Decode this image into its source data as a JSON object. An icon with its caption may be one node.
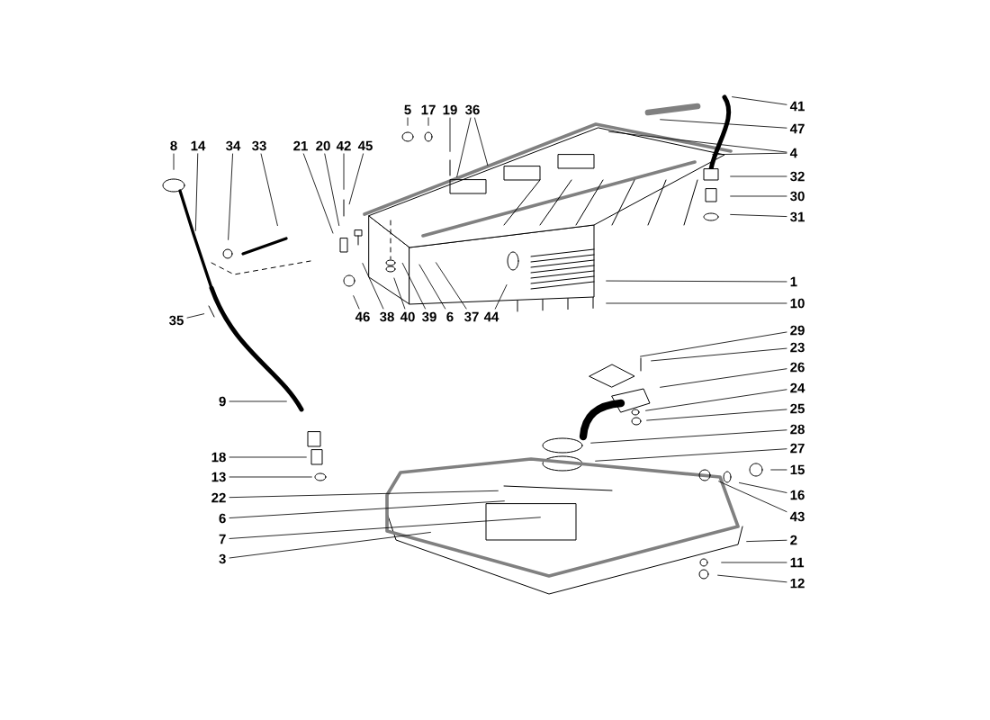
{
  "diagram": {
    "nodes": [
      {
        "text": [
          "8"
        ]
      },
      {
        "text": [
          "14"
        ]
      },
      {
        "text": [
          "34"
        ]
      },
      {
        "text": [
          "33"
        ]
      },
      {
        "text": [
          "21"
        ]
      },
      {
        "text": [
          "20"
        ]
      },
      {
        "text": [
          "42"
        ]
      },
      {
        "text": [
          "45"
        ]
      },
      {
        "text": [
          "5"
        ]
      },
      {
        "text": [
          "17"
        ]
      },
      {
        "text": [
          "19"
        ]
      },
      {
        "text": [
          "36"
        ]
      },
      {
        "text": [
          "41"
        ]
      },
      {
        "text": [
          "47"
        ]
      },
      {
        "text": [
          "4"
        ]
      },
      {
        "text": [
          "32"
        ]
      },
      {
        "text": [
          "30"
        ]
      },
      {
        "text": [
          "31"
        ]
      },
      {
        "text": [
          "1"
        ]
      },
      {
        "text": [
          "10"
        ]
      },
      {
        "text": [
          "29"
        ]
      },
      {
        "text": [
          "23"
        ]
      },
      {
        "text": [
          "26"
        ]
      },
      {
        "text": [
          "24"
        ]
      },
      {
        "text": [
          "25"
        ]
      },
      {
        "text": [
          "28"
        ]
      },
      {
        "text": [
          "27"
        ]
      },
      {
        "text": [
          "15"
        ]
      },
      {
        "text": [
          "16"
        ]
      },
      {
        "text": [
          "43"
        ]
      },
      {
        "text": [
          "2"
        ]
      },
      {
        "text": [
          "11"
        ]
      },
      {
        "text": [
          "12"
        ]
      },
      {
        "text": [
          "35"
        ]
      },
      {
        "text": [
          "9"
        ]
      },
      {
        "text": [
          "18"
        ]
      },
      {
        "text": [
          "13"
        ]
      },
      {
        "text": [
          "22"
        ]
      },
      {
        "text": [
          "6"
        ]
      },
      {
        "text": [
          "7"
        ]
      },
      {
        "text": [
          "3"
        ]
      },
      {
        "text": [
          "46"
        ]
      },
      {
        "text": [
          "38"
        ]
      },
      {
        "text": [
          "40"
        ]
      },
      {
        "text": [
          "39"
        ]
      },
      {
        "text": [
          "6"
        ]
      },
      {
        "text": [
          "37"
        ]
      },
      {
        "text": [
          "44"
        ]
      }
    ],
    "edges": [
      {
        "from": 0,
        "to": null,
        "arrow": "none"
      },
      {
        "from": 1,
        "to": null,
        "arrow": "none"
      },
      {
        "from": 2,
        "to": null,
        "arrow": "none"
      },
      {
        "from": 3,
        "to": null,
        "arrow": "none"
      },
      {
        "from": 4,
        "to": null,
        "arrow": "none"
      },
      {
        "from": 5,
        "to": null,
        "arrow": "none"
      },
      {
        "from": 6,
        "to": null,
        "arrow": "none"
      },
      {
        "from": 7,
        "to": null,
        "arrow": "none"
      },
      {
        "from": 8,
        "to": null,
        "arrow": "none"
      },
      {
        "from": 9,
        "to": null,
        "arrow": "none"
      },
      {
        "from": 10,
        "to": null,
        "arrow": "none"
      },
      {
        "from": 11,
        "to": null,
        "arrow": "none"
      },
      {
        "from": 12,
        "to": null,
        "arrow": "none"
      },
      {
        "from": 13,
        "to": null,
        "arrow": "none"
      },
      {
        "from": 14,
        "to": null,
        "arrow": "none"
      },
      {
        "from": 15,
        "to": null,
        "arrow": "none"
      },
      {
        "from": 16,
        "to": null,
        "arrow": "none"
      },
      {
        "from": 17,
        "to": null,
        "arrow": "none"
      },
      {
        "from": 18,
        "to": null,
        "arrow": "none"
      },
      {
        "from": 19,
        "to": null,
        "arrow": "none"
      },
      {
        "from": 20,
        "to": null,
        "arrow": "none"
      },
      {
        "from": 21,
        "to": null,
        "arrow": "none"
      },
      {
        "from": 22,
        "to": null,
        "arrow": "none"
      },
      {
        "from": 23,
        "to": null,
        "arrow": "none"
      },
      {
        "from": 24,
        "to": null,
        "arrow": "none"
      },
      {
        "from": 25,
        "to": null,
        "arrow": "none"
      },
      {
        "from": 26,
        "to": null,
        "arrow": "none"
      },
      {
        "from": 27,
        "to": null,
        "arrow": "none"
      },
      {
        "from": 28,
        "to": null,
        "arrow": "none"
      },
      {
        "from": 29,
        "to": null,
        "arrow": "none"
      },
      {
        "from": 30,
        "to": null,
        "arrow": "none"
      },
      {
        "from": 31,
        "to": null,
        "arrow": "none"
      },
      {
        "from": 32,
        "to": null,
        "arrow": "none"
      },
      {
        "from": 33,
        "to": null,
        "arrow": "none"
      },
      {
        "from": 34,
        "to": null,
        "arrow": "none"
      },
      {
        "from": 35,
        "to": null,
        "arrow": "none"
      },
      {
        "from": 36,
        "to": null,
        "arrow": "none"
      },
      {
        "from": 37,
        "to": null,
        "arrow": "none"
      },
      {
        "from": 38,
        "to": null,
        "arrow": "none"
      },
      {
        "from": 39,
        "to": null,
        "arrow": "none"
      },
      {
        "from": 40,
        "to": null,
        "arrow": "none"
      },
      {
        "from": 41,
        "to": null,
        "arrow": "none"
      },
      {
        "from": 42,
        "to": null,
        "arrow": "none"
      },
      {
        "from": 43,
        "to": null,
        "arrow": "none"
      },
      {
        "from": 44,
        "to": null,
        "arrow": "none"
      },
      {
        "from": 45,
        "to": null,
        "arrow": "none"
      },
      {
        "from": 46,
        "to": null,
        "arrow": "none"
      },
      {
        "from": 47,
        "to": null,
        "arrow": "none"
      },
      {
        "from": 11,
        "to": null,
        "arrow": "none"
      },
      {
        "from": 14,
        "to": null,
        "arrow": "none"
      }
    ]
  }
}
